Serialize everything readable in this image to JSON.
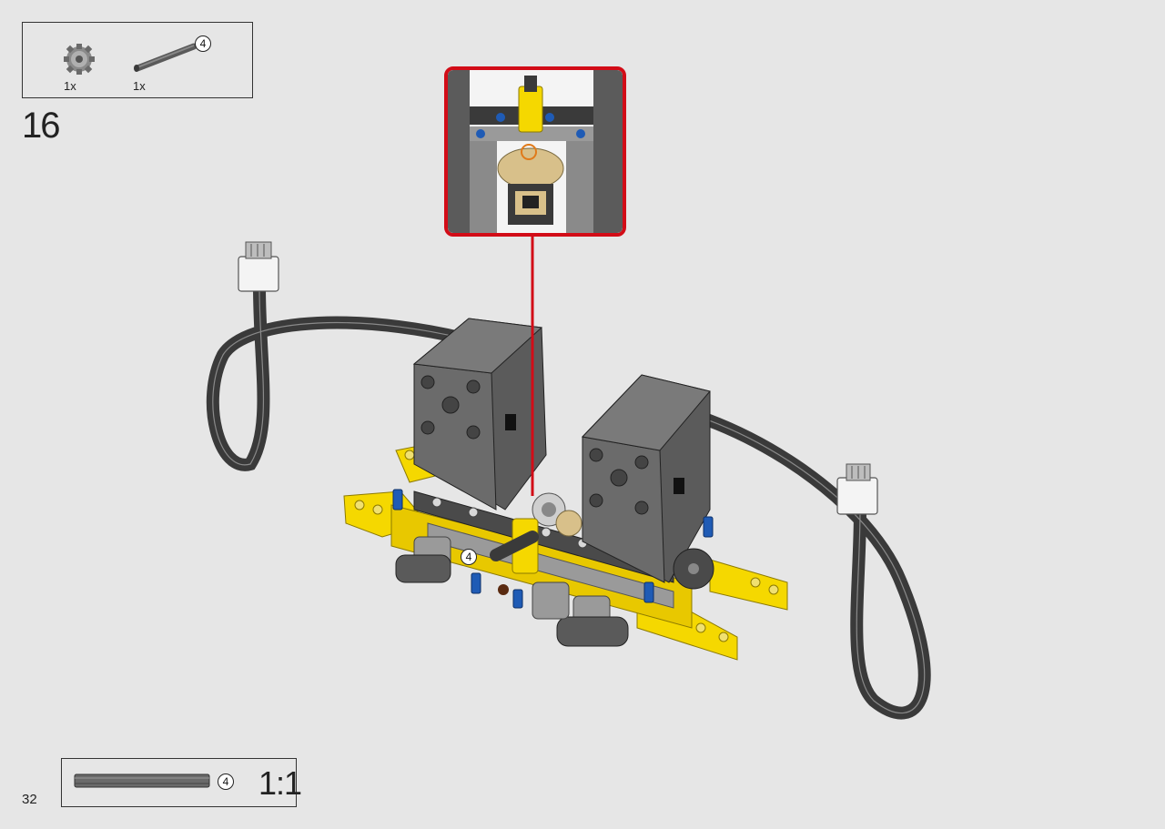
{
  "parts_list": {
    "items": [
      {
        "name": "gear-12-tooth",
        "quantity": "1x"
      },
      {
        "name": "axle-4",
        "quantity": "1x",
        "callout": "4"
      }
    ]
  },
  "step": {
    "number": "16"
  },
  "model_callout": {
    "axle_length": "4"
  },
  "scale_reference": {
    "axle_length": "4",
    "scale": "1:1"
  },
  "page": {
    "number": "32"
  },
  "colors": {
    "background": "#e6e6e6",
    "highlight_frame": "#d20c17",
    "yellow": "#f5d800",
    "motor_gray": "#5b5b5b",
    "blue_pin": "#1f5bb5",
    "tan_gear": "#d8c08a"
  },
  "icons": [
    "gear-icon",
    "axle-icon",
    "cable-connector-icon"
  ]
}
